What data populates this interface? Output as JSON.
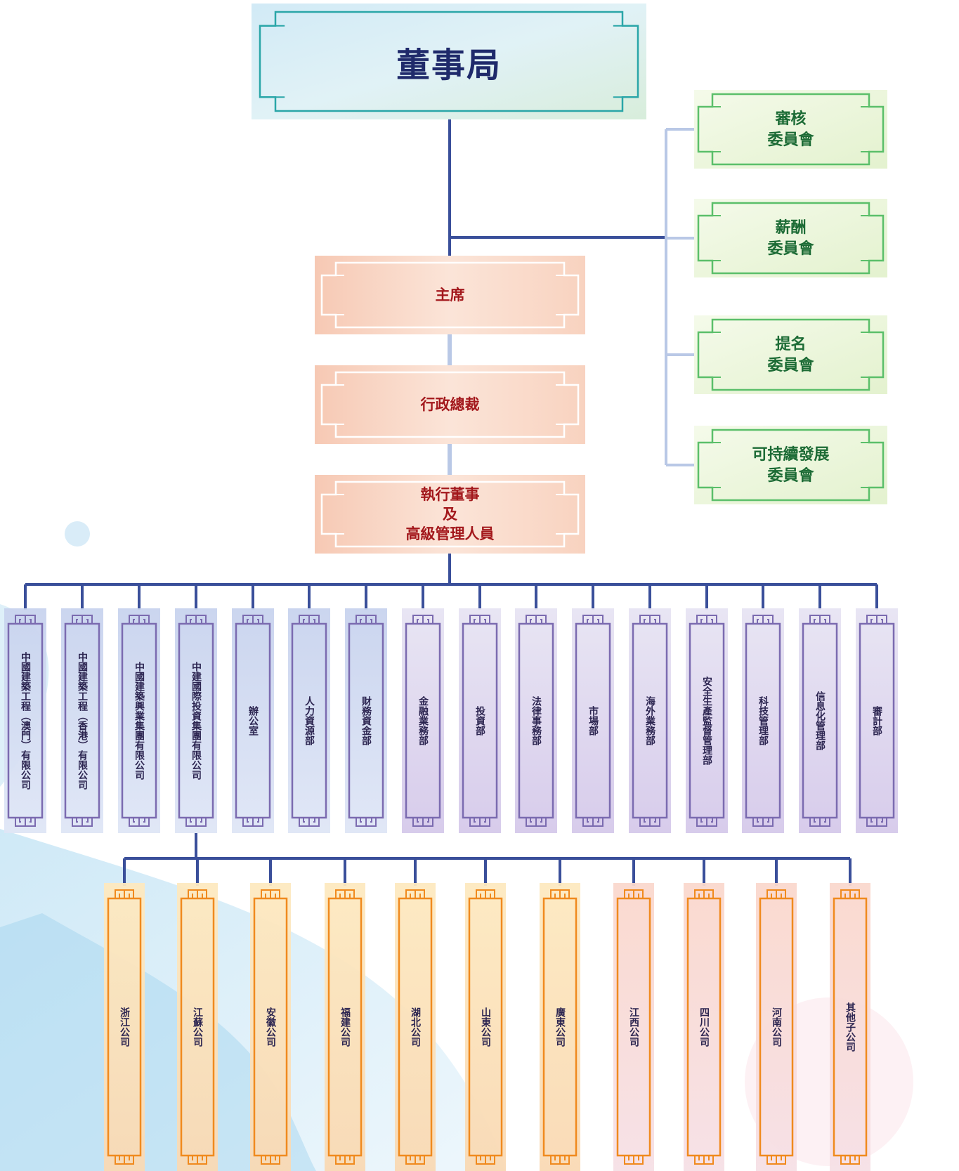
{
  "board": {
    "label": "董事局"
  },
  "committees": [
    {
      "label": "審核\n委員會"
    },
    {
      "label": "薪酬\n委員會"
    },
    {
      "label": "提名\n委員會"
    },
    {
      "label": "可持續發展\n委員會"
    }
  ],
  "chairman": {
    "label": "主席"
  },
  "president": {
    "label": "行政總裁"
  },
  "executives": {
    "label": "執行董事\n及\n高級管理人員"
  },
  "departments": [
    "中國建築工程（澳門）有限公司",
    "中國建築工程（香港）有限公司",
    "中國建築興業集團有限公司",
    "中建國際投資集團有限公司",
    "辦公室",
    "人力資源部",
    "財務資金部",
    "金融業務部",
    "投資部",
    "法律事務部",
    "市場部",
    "海外業務部",
    "安全生產監督管理部",
    "科技管理部",
    "信息化管理部",
    "審計部"
  ],
  "subsidiaries": [
    "浙江公司",
    "江蘇公司",
    "安徽公司",
    "福建公司",
    "湖北公司",
    "山東公司",
    "廣東公司",
    "江西公司",
    "四川公司",
    "河南公司",
    "其他子公司"
  ],
  "colors": {
    "board_text": "#1f2a6b",
    "board_frame": "#2aa6a8",
    "committee_frame": "#5bbf6a",
    "committee_text": "#1c6b35",
    "exec_frame": "#ffffff",
    "exec_text": "#a3181c",
    "dept_frame": "#7b6bb0",
    "dept_text": "#2b2450",
    "sub_frame": "#f08a1e",
    "sub_text": "#2b2450",
    "line_main": "#3a4f9a",
    "line_light": "#b9c8e6"
  }
}
